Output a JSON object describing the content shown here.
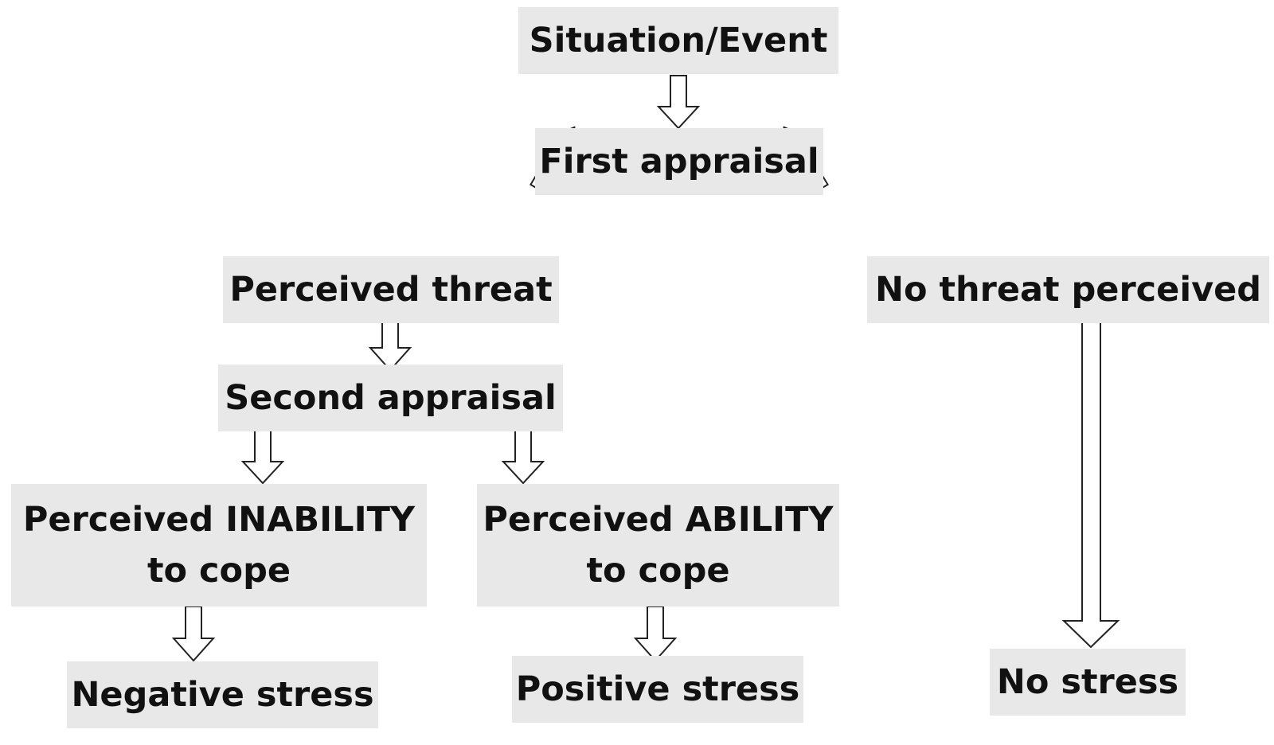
{
  "nodes": {
    "situation": "Situation/Event",
    "first_appraisal": "First appraisal",
    "perceived_threat": "Perceived threat",
    "no_threat": "No threat perceived",
    "second_appraisal": "Second appraisal",
    "inability": "Perceived INABILITY\nto cope",
    "ability": "Perceived ABILITY\nto cope",
    "negative_stress": "Negative stress",
    "positive_stress": "Positive stress",
    "no_stress": "No stress"
  },
  "colors": {
    "box_fill": "#e8e8e8",
    "text": "#111111",
    "arrow_stroke": "#222222",
    "arrow_fill": "#ffffff"
  }
}
